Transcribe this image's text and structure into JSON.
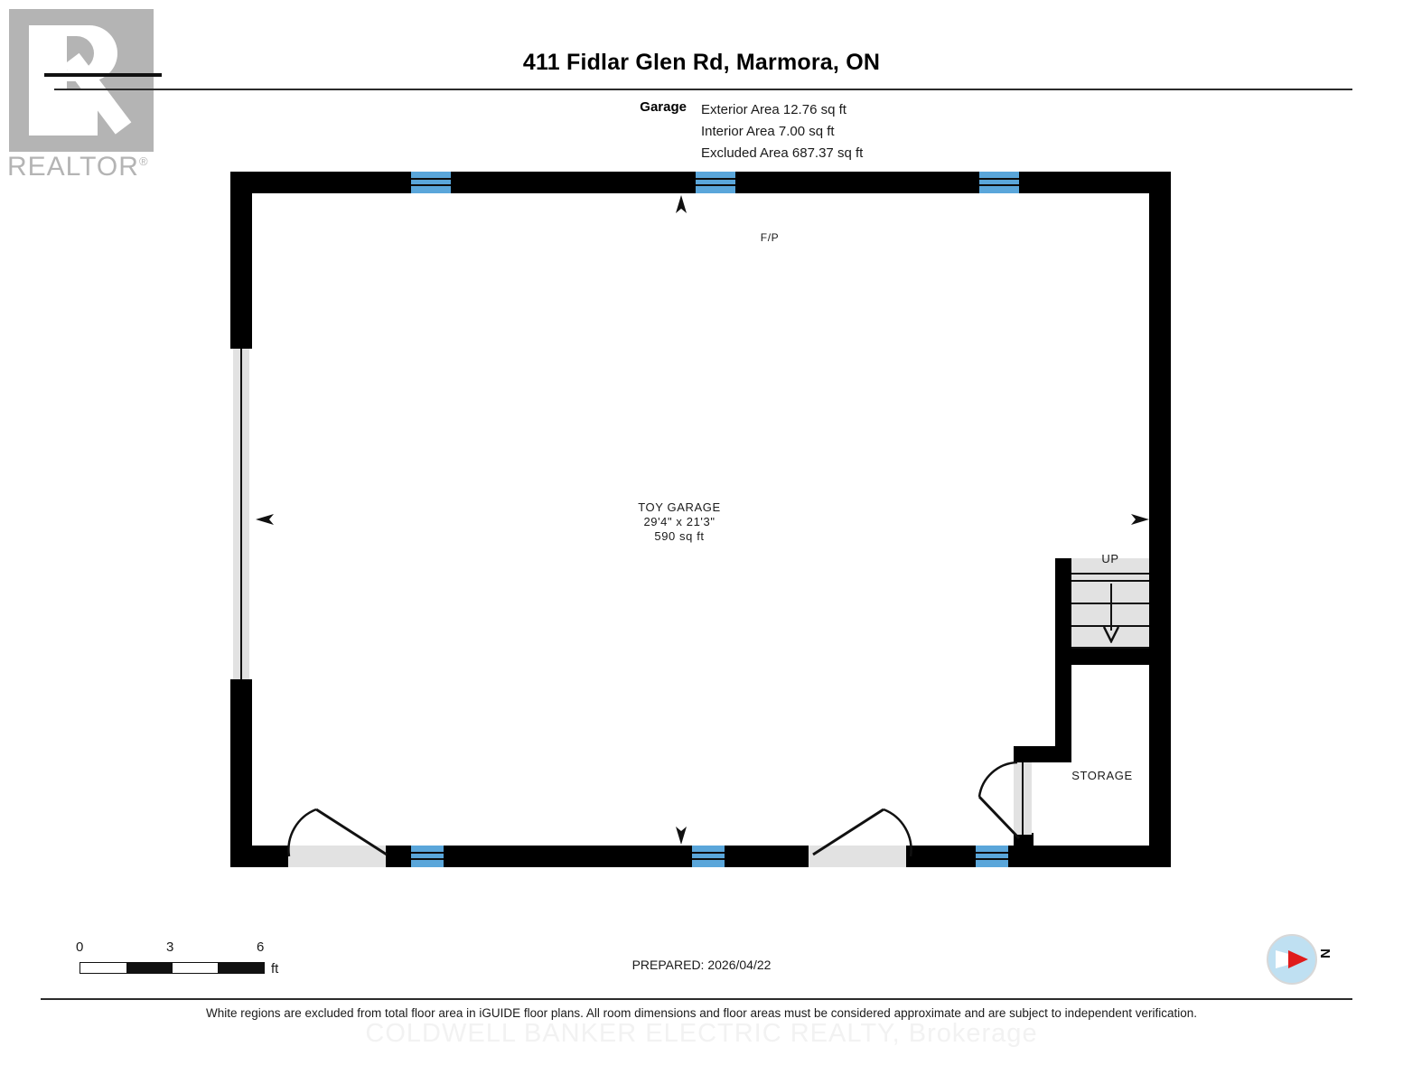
{
  "branding": {
    "realtor_wordmark": "REALTOR",
    "realtor_registered": "®"
  },
  "header": {
    "title": "411 Fidlar Glen Rd, Marmora, ON",
    "area_label": "Garage",
    "area_lines": [
      "Exterior Area 12.76 sq ft",
      "Interior Area 7.00 sq ft",
      "Excluded Area 687.37 sq ft"
    ]
  },
  "floorplan": {
    "feature_label": "F/P",
    "main_room": {
      "name": "TOY GARAGE",
      "dimensions": "29'4\" x 21'3\"",
      "area": "590 sq ft"
    },
    "storage_room": {
      "name": "STORAGE"
    },
    "stairs": {
      "direction_label": "UP"
    }
  },
  "footer": {
    "scale": {
      "tick_0": "0",
      "tick_3": "3",
      "tick_6": "6",
      "unit": "ft"
    },
    "prepared": "PREPARED: 2026/04/22",
    "compass_label": "N",
    "disclaimer": "White regions are excluded from total floor area in iGUIDE floor plans. All room dimensions and floor areas must be considered approximate and are subject to independent verification.",
    "watermark": "COLDWELL BANKER ELECTRIC REALTY, Brokerage"
  },
  "colors": {
    "wall": "#000000",
    "window": "#5aa6da",
    "opening": "#e2e2e2",
    "compass_needle": "#e01b1b",
    "logo_gray": "#b4b4b4"
  }
}
